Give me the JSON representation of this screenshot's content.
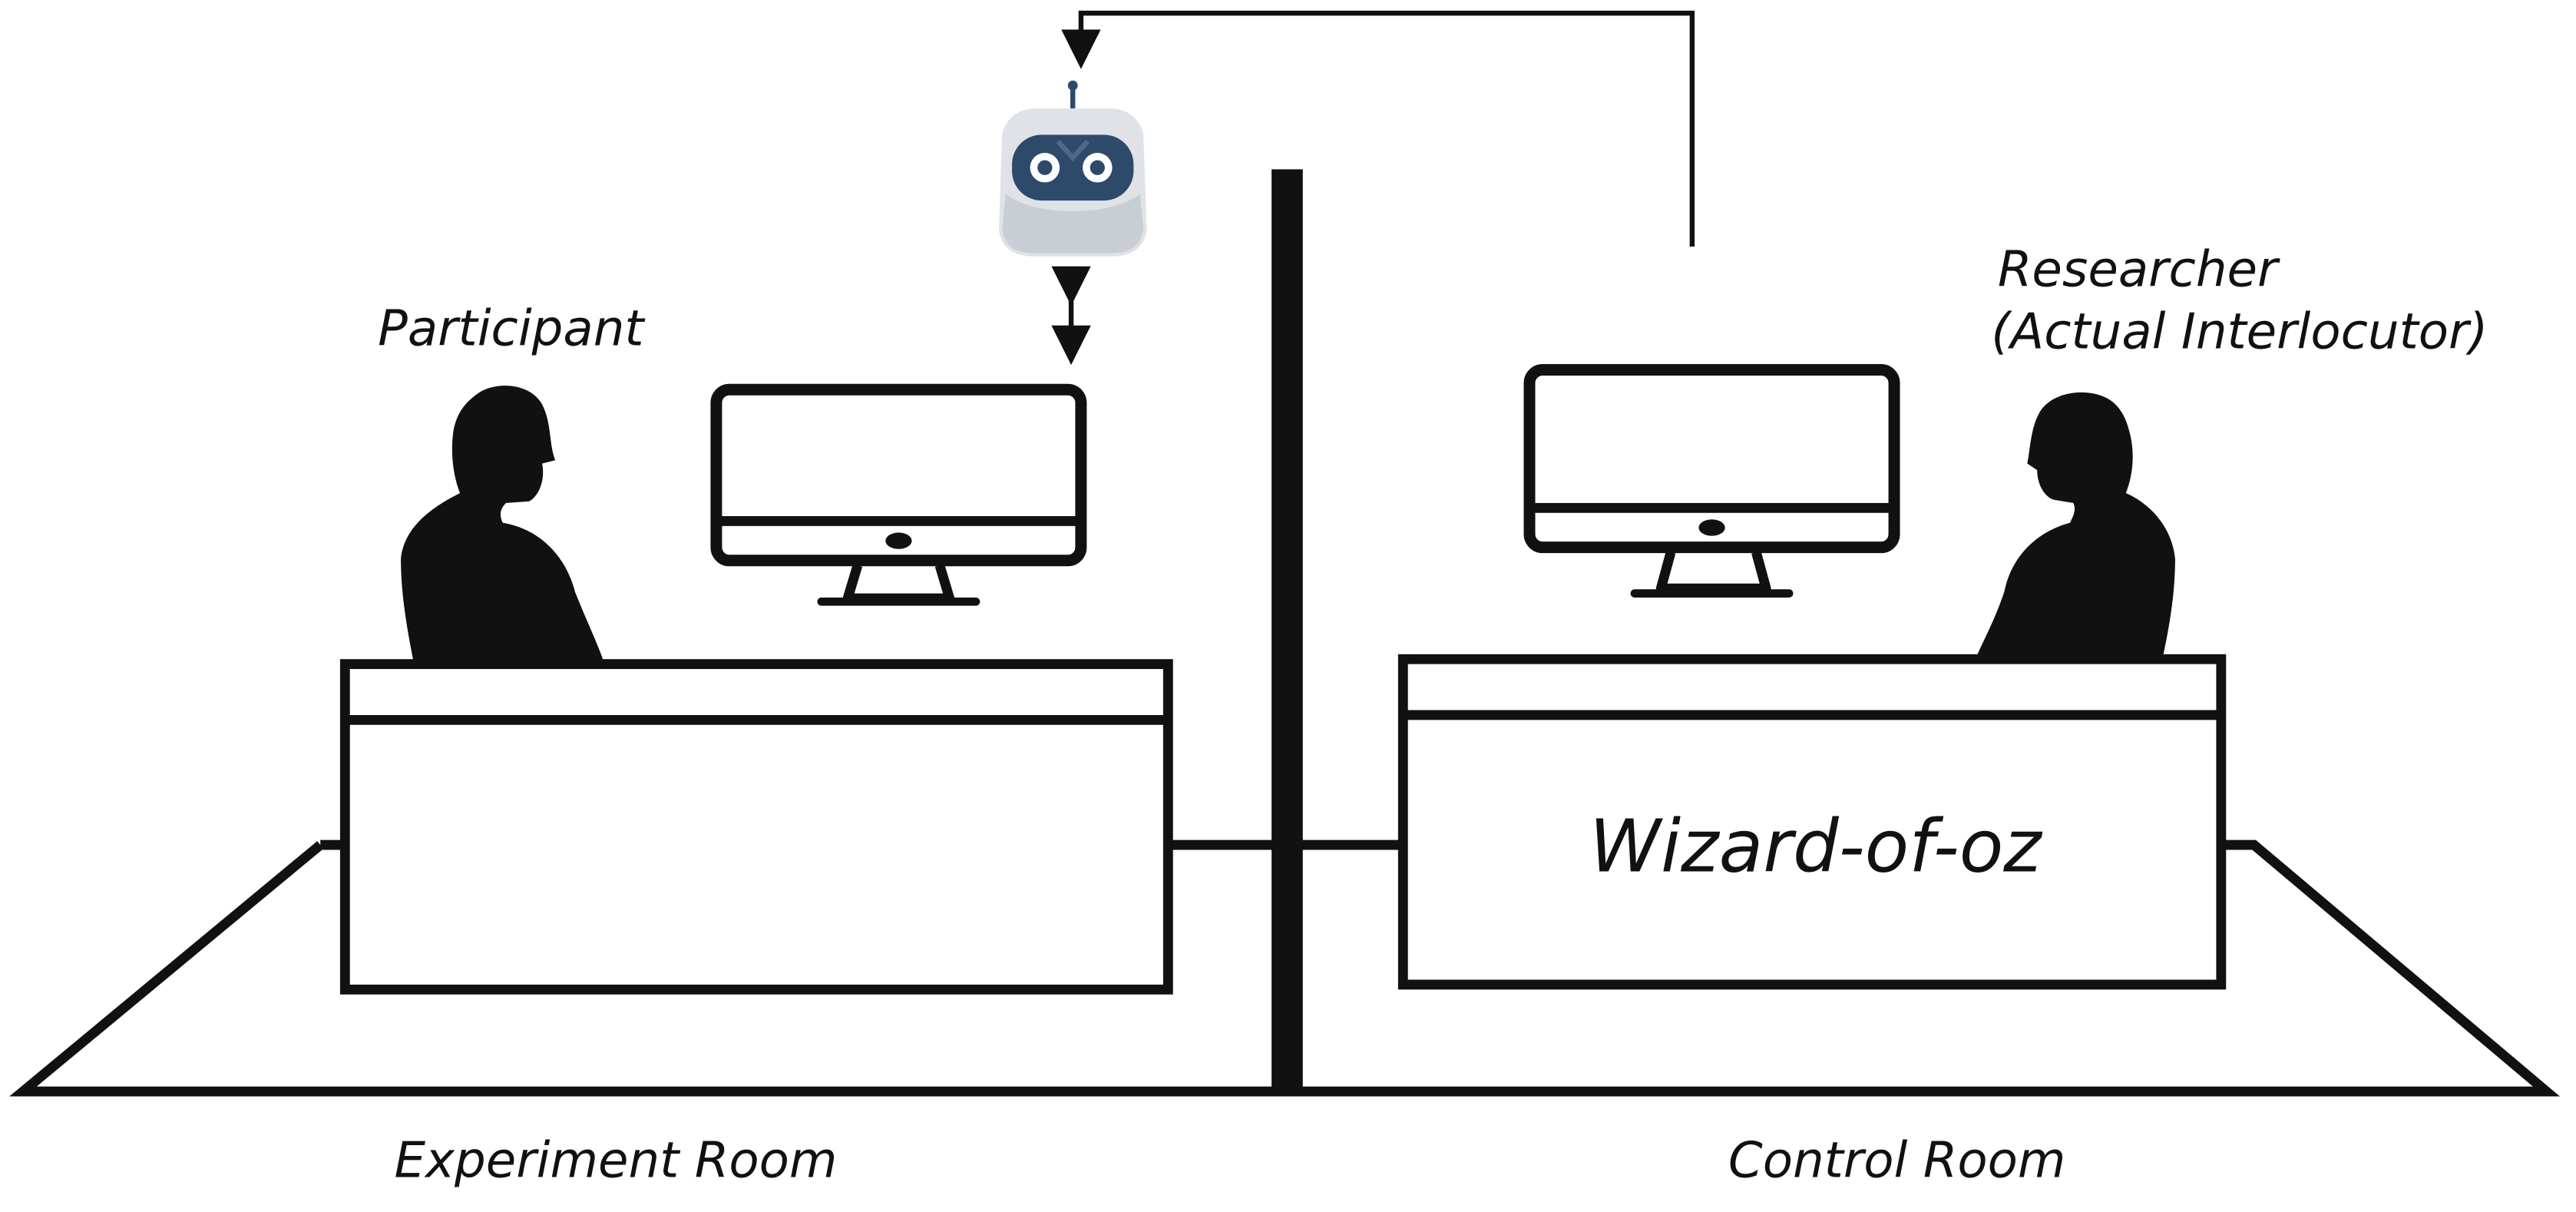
{
  "labels": {
    "participant": "Participant",
    "researcher_line1": "Researcher",
    "researcher_line2": "(Actual Interlocutor)",
    "experiment_room": "Experiment Room",
    "control_room": "Control Room",
    "wizard_desk": "Wizard-of-oz"
  },
  "icons": {
    "robot": "robot-icon",
    "person": "person-silhouette-icon",
    "monitor": "monitor-icon",
    "arrow": "double-arrow-icon"
  },
  "colors": {
    "ink": "#111111",
    "robot_face": "#2e4a6b",
    "robot_body": "#dfe3e7",
    "robot_eye": "#ffffff",
    "background": "#ffffff"
  }
}
